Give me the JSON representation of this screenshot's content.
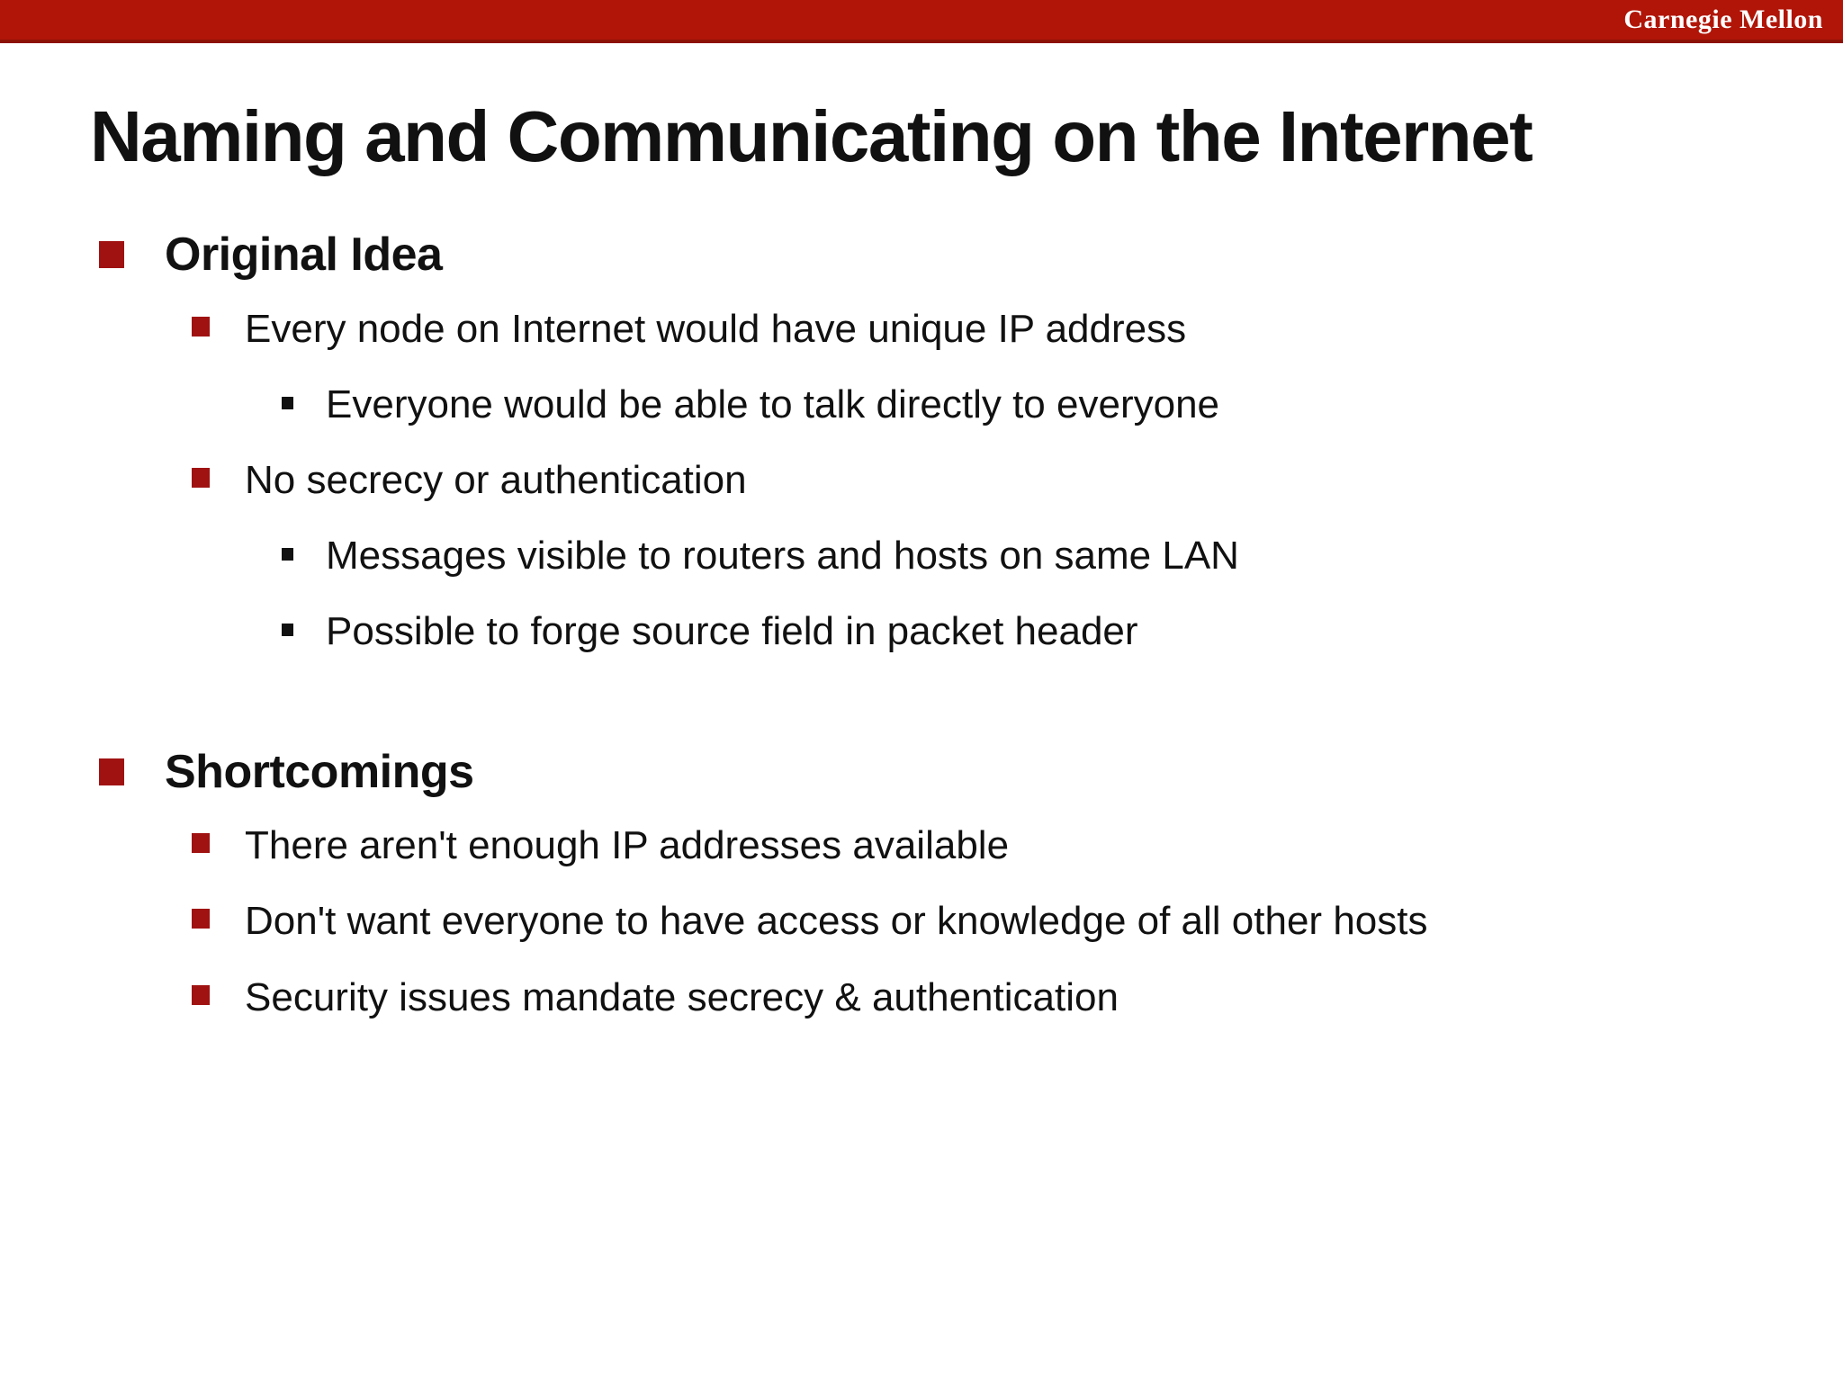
{
  "header": {
    "brand": "Carnegie Mellon"
  },
  "slide": {
    "title": "Naming and Communicating on the Internet",
    "sections": [
      {
        "heading": "Original Idea",
        "items": [
          {
            "text": "Every node on Internet would have unique IP address",
            "children": [
              "Everyone would be able to talk directly to everyone"
            ]
          },
          {
            "text": "No secrecy or authentication",
            "children": [
              "Messages visible to routers and hosts on same LAN",
              "Possible to forge source field in packet header"
            ]
          }
        ]
      },
      {
        "heading": "Shortcomings",
        "items": [
          {
            "text": "There aren't enough IP addresses available",
            "children": []
          },
          {
            "text": "Don't want everyone to have access or knowledge of all other hosts",
            "children": []
          },
          {
            "text": "Security issues mandate secrecy & authentication",
            "children": []
          }
        ]
      }
    ]
  },
  "colors": {
    "top_bar": "#b01508",
    "top_bar_border": "#8c1206",
    "bullet_red": "#a01212",
    "bullet_black": "#111111",
    "text": "#111111",
    "background": "#ffffff"
  }
}
